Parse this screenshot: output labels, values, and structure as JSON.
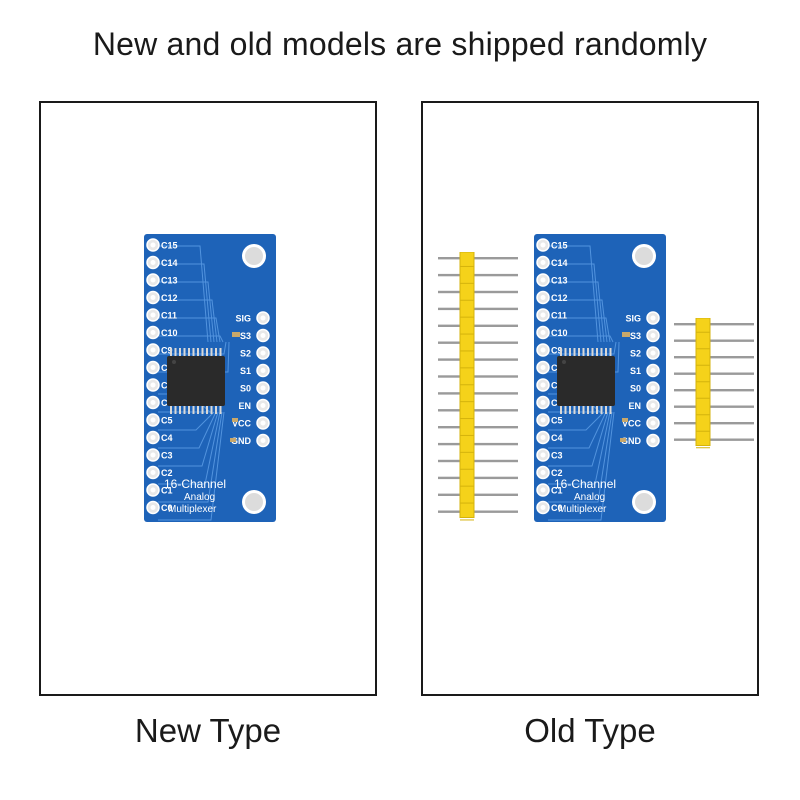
{
  "headline": "New and old models are shipped randomly",
  "panels": {
    "new": {
      "caption": "New Type"
    },
    "old": {
      "caption": "Old Type"
    }
  },
  "board": {
    "title_line1": "16-Channel",
    "title_line2": "Analog",
    "title_line3": "Multiplexer",
    "left_pins": [
      "C15",
      "C14",
      "C13",
      "C12",
      "C11",
      "C10",
      "C9",
      "C8",
      "C7",
      "C6",
      "C5",
      "C4",
      "C3",
      "C2",
      "C1",
      "C0"
    ],
    "right_pins": [
      "SIG",
      "S3",
      "S2",
      "S1",
      "S0",
      "EN",
      "VCC",
      "GND"
    ],
    "pcb_color": "#1e63b8"
  }
}
